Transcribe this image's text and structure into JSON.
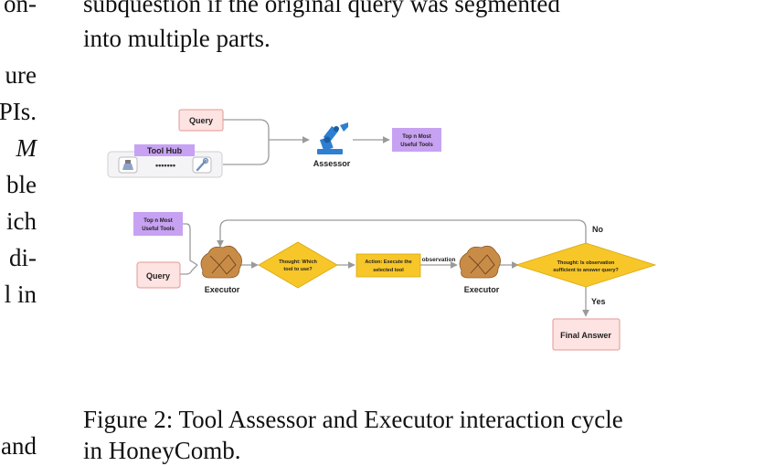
{
  "body_text": {
    "top_line": "subquestion if the original query was segmented",
    "second_line": "into multiple parts."
  },
  "left_column": {
    "fragments": [
      "on-",
      "ure",
      "PIs.",
      "M",
      "ble",
      "ich",
      "di-",
      "l in",
      "and"
    ]
  },
  "diagram": {
    "assessor_flow": {
      "query": "Query",
      "tool_hub": "Tool Hub",
      "tool_hub_dots": "•••••••",
      "assessor": "Assessor",
      "output_line1": "Top n Most",
      "output_line2": "Useful Tools"
    },
    "executor_flow": {
      "tools_line1": "Top n Most",
      "tools_line2": "Useful Tools",
      "query": "Query",
      "executor_1": "Executor",
      "thought_1_line1": "Thought: Which",
      "thought_1_line2": "tool to use?",
      "action_line1": "Action: Execute the",
      "action_line2": "selected tool",
      "observation": "observation",
      "executor_2": "Executor",
      "thought_2_line1": "Thought: Is observation",
      "thought_2_line2": "sufficient to answer query?",
      "no": "No",
      "yes": "Yes",
      "final_answer": "Final Answer"
    },
    "colors": {
      "pink_fill": "#fde3e1",
      "pink_stroke": "#e29a94",
      "purple_fill": "#c8a2f2",
      "yellow_fill": "#f7c628",
      "brain": "#c98c47",
      "robot_blue": "#2e7fd1",
      "arrow": "#9a9a9a"
    }
  },
  "caption": {
    "line1": "Figure 2: Tool Assessor and Executor interaction cycle",
    "line2": "in HoneyComb."
  }
}
